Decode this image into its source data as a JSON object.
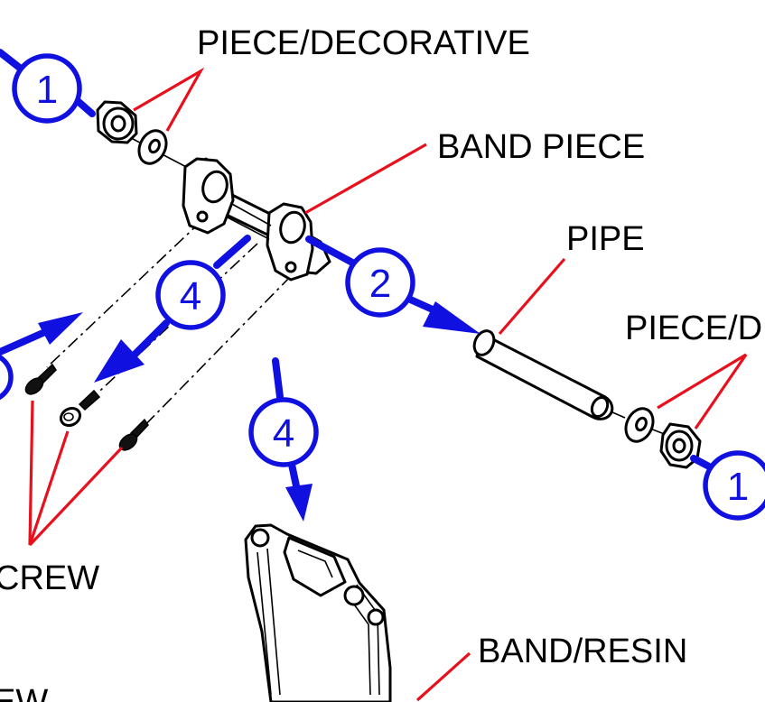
{
  "labels": {
    "piece_decorative_top": "PIECE/DECORATIVE",
    "band_piece": "BAND PIECE",
    "pipe": "PIPE",
    "piece_decorative_right": "PIECE/D",
    "screw": "CREW",
    "band_resin": "BAND/RESIN",
    "screw_bottom": "EW"
  },
  "callouts": {
    "top_left": "1",
    "right": "1",
    "center": "2",
    "left": "4",
    "bottom": "4"
  },
  "colors": {
    "leader": "#e8101c",
    "callout": "#1010e0"
  }
}
